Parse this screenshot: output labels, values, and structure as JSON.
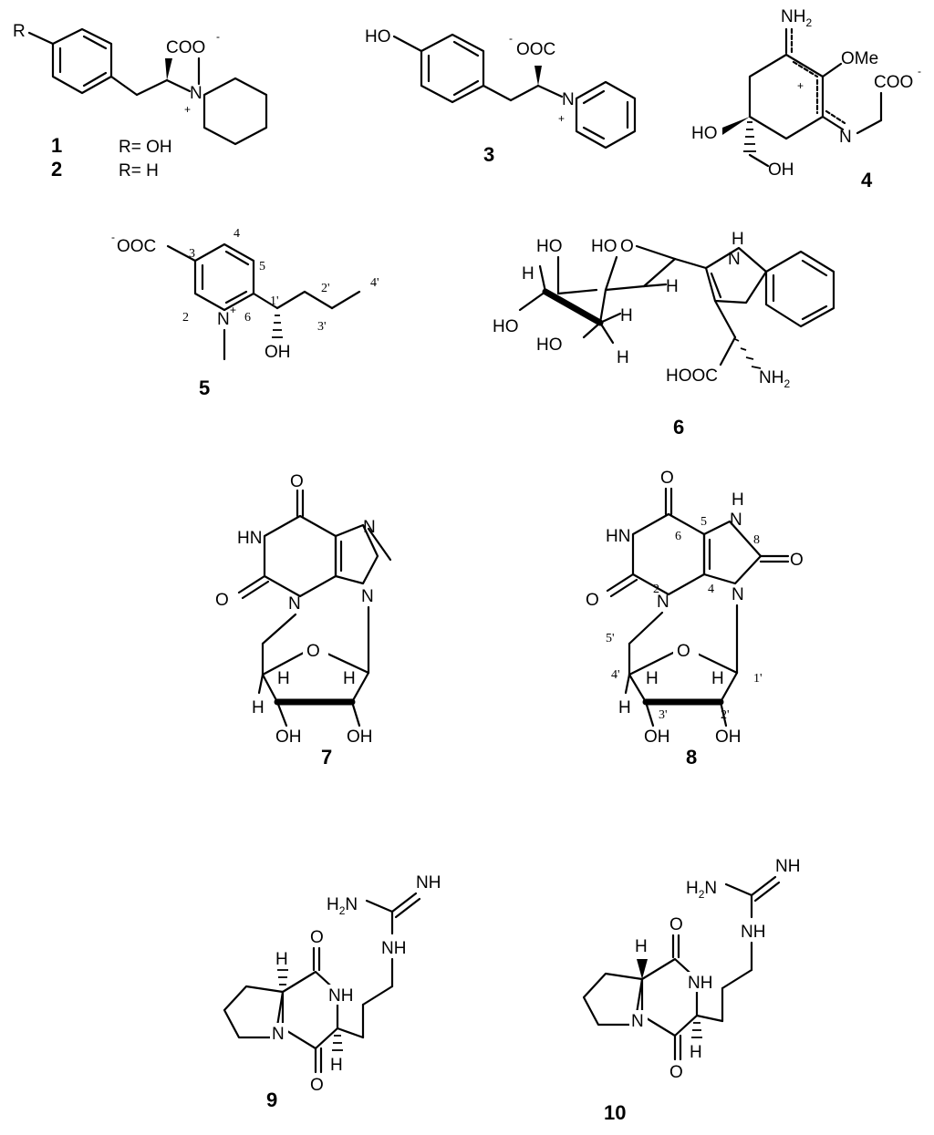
{
  "figure": {
    "compounds": [
      {
        "id": "1",
        "substituent": "R= OH"
      },
      {
        "id": "2",
        "substituent": "R= H"
      },
      {
        "id": "3"
      },
      {
        "id": "4"
      },
      {
        "id": "5"
      },
      {
        "id": "6"
      },
      {
        "id": "7"
      },
      {
        "id": "8"
      },
      {
        "id": "9"
      },
      {
        "id": "10"
      }
    ],
    "labels": {
      "R": "R",
      "COO_minus": "COO",
      "minus": "-",
      "plus": "+",
      "N": "N",
      "NH": "NH",
      "NH2": "NH",
      "two": "2",
      "H2N": "H",
      "OOC_minus": "OOC",
      "HO": "HO",
      "OH": "OH",
      "OMe": "OMe",
      "O": "O",
      "H": "H",
      "HN": "HN",
      "HOOC": "HOOC"
    },
    "numbering_5": [
      "3",
      "4",
      "5",
      "2",
      "6",
      "1'",
      "2'",
      "3'",
      "4'"
    ],
    "numbering_8": [
      "6",
      "5",
      "8",
      "2",
      "4",
      "5'",
      "4'",
      "3'",
      "2'",
      "1'"
    ]
  }
}
